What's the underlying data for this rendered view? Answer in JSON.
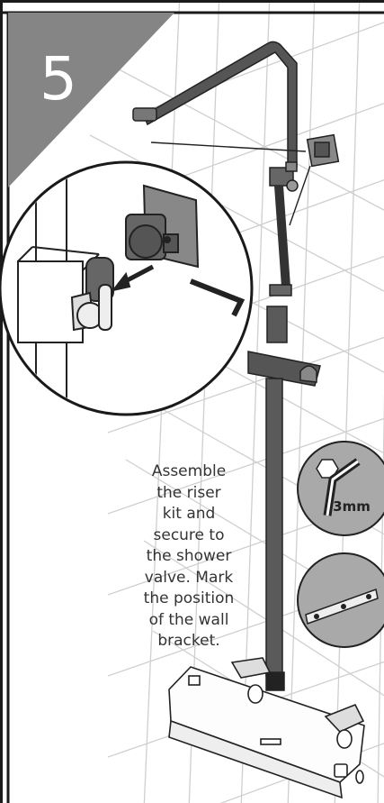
{
  "step": {
    "number": "5"
  },
  "instruction": {
    "lines": [
      "Assemble",
      "the riser",
      "kit and",
      "secure to",
      "the shower",
      "valve. Mark",
      "the position",
      "of the wall",
      "bracket."
    ]
  },
  "tools": {
    "hex_key": {
      "icon": "hex-key-icon",
      "size_label": "3mm"
    },
    "wall_bracket": {
      "icon": "wall-bracket-icon"
    }
  },
  "colors": {
    "badge": "#858585",
    "frame": "#1a1a1a",
    "tile_grid": "#c8c8c8",
    "chrome": "#555555",
    "tool_circle": "#a9a9a9"
  }
}
